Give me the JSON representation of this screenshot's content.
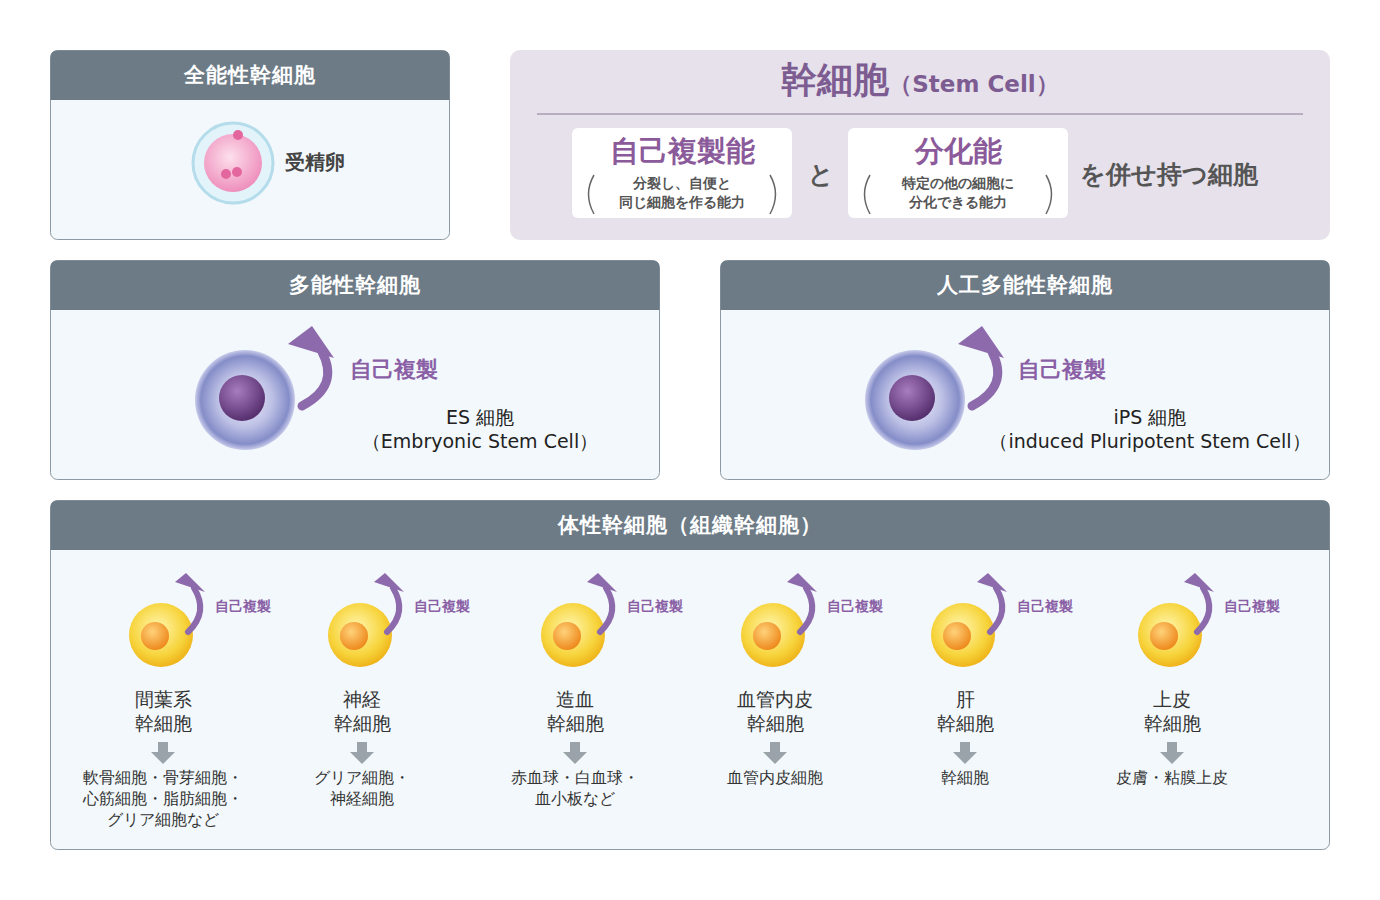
{
  "diagram": {
    "nodes": [
      {
        "text": [
          "全能性幹細胞",
          "受精卵"
        ]
      },
      {
        "text": [
          "幹細胞",
          "（Stem Cell）",
          "と",
          "を併せ持つ細胞"
        ]
      },
      {
        "text": [
          "自己複製能",
          "分裂し、自便と 同じ細胞を作る能力"
        ],
        "in": 1
      },
      {
        "text": [
          "分化能",
          "特定の他の細胞に 分化できる能力"
        ],
        "in": 1
      },
      {
        "text": [
          "多能性幹細胞",
          "自己複製",
          "ES 細胞",
          "（Embryonic Stem Cell）"
        ]
      },
      {
        "text": [
          "人工多能性幹細胞",
          "自己複製",
          "iPS 細胞",
          "（induced Pluripotent Stem Cell）"
        ]
      },
      {
        "text": [
          "体性幹細胞（組織幹細胞）"
        ]
      },
      {
        "text": [
          "自己複製",
          "間葉系 幹細胞",
          "軟骨細胞・骨芽細胞・ 心筋細胞・脂肪細胞・ グリア細胞など"
        ],
        "in": 6
      },
      {
        "text": [
          "自己複製",
          "神経 幹細胞",
          "グリア細胞・ 神経細胞"
        ],
        "in": 6
      },
      {
        "text": [
          "自己複製",
          "造血 幹細胞",
          "赤血球・白血球・ 血小板など"
        ],
        "in": 6
      },
      {
        "text": [
          "自己複製",
          "血管内皮 幹細胞",
          "血管内皮細胞"
        ],
        "in": 6
      },
      {
        "text": [
          "自己複製",
          "肝 幹細胞",
          "幹細胞"
        ],
        "in": 6
      },
      {
        "text": [
          "自己複製",
          "上皮 幹細胞",
          "皮膚・粘膜上皮"
        ],
        "in": 6
      }
    ]
  }
}
